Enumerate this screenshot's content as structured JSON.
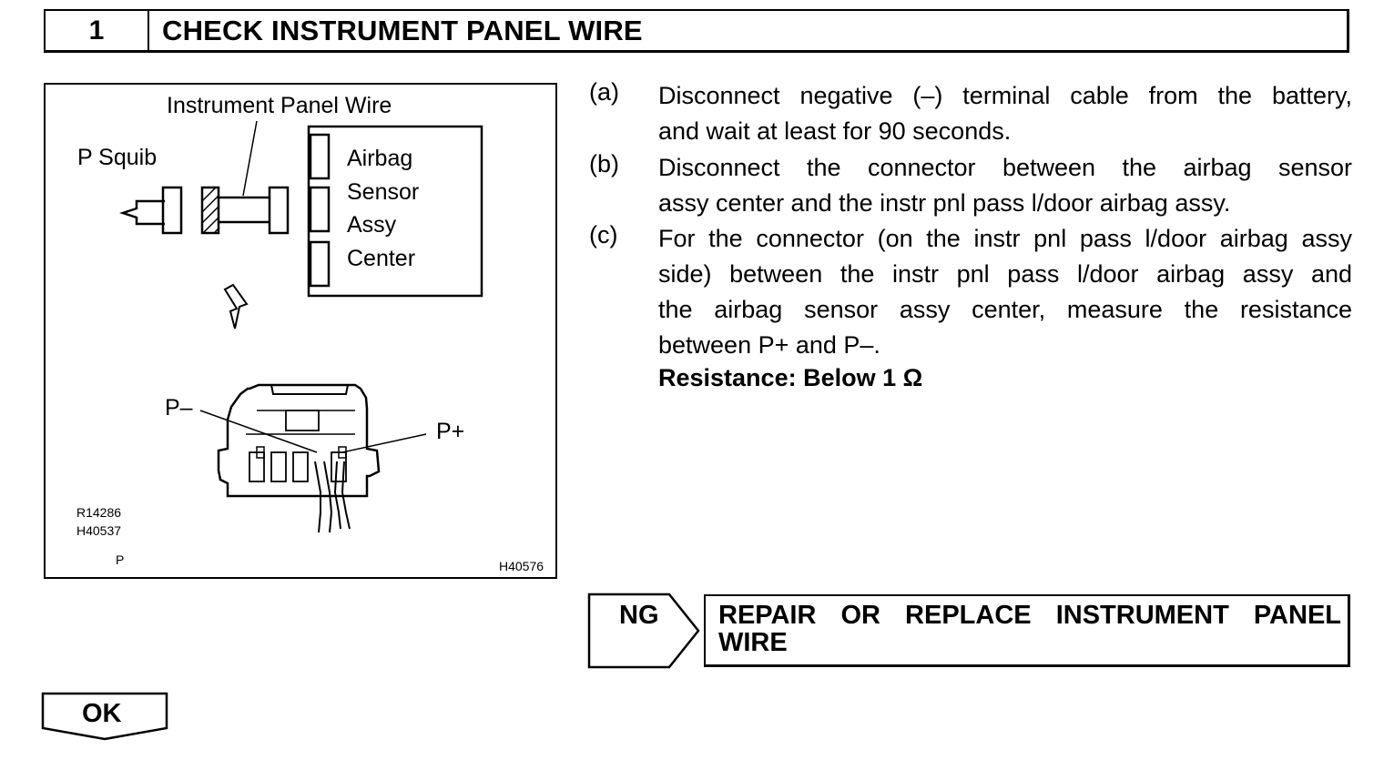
{
  "header": {
    "step_number": "1",
    "title": "CHECK INSTRUMENT PANEL WIRE"
  },
  "figure": {
    "labels": {
      "instrument_panel_wire": "Instrument Panel Wire",
      "p_squib": "P Squib",
      "airbag": "Airbag",
      "sensor": "Sensor",
      "assy": "Assy",
      "center": "Center",
      "p_minus": "P–",
      "p_plus": "P+"
    },
    "codes": {
      "c1": "R14286",
      "c2": "H40537",
      "c3": "P",
      "c4": "H40576"
    }
  },
  "instructions": {
    "a": {
      "letter": "(a)",
      "line1": "Disconnect negative (–) terminal cable from the battery,",
      "line2": "and wait at least for 90 seconds."
    },
    "b": {
      "letter": "(b)",
      "line1": "Disconnect the connector between the airbag sensor",
      "line2": "assy center and the instr pnl pass l/door airbag assy."
    },
    "c": {
      "letter": "(c)",
      "line1": "For the connector (on the instr pnl pass l/door airbag assy",
      "line2": "side) between the instr pnl pass l/door airbag assy and",
      "line3": "the airbag sensor assy center, measure the resistance",
      "line4": "between P+ and P–."
    },
    "spec": "Resistance: Below 1 Ω"
  },
  "ng": {
    "label": "NG",
    "line1": "REPAIR OR REPLACE INSTRUMENT PANEL",
    "line2": "WIRE"
  },
  "ok": {
    "label": "OK"
  }
}
